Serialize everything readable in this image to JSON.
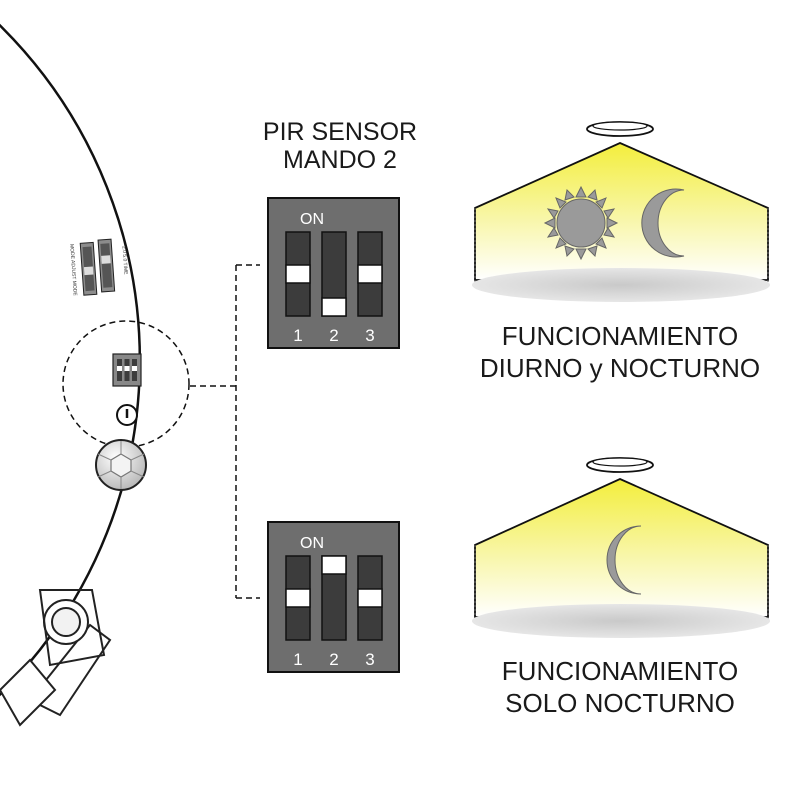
{
  "sensor_title": {
    "line1": "PIR SENSOR",
    "line2": "MANDO 2"
  },
  "pcb_silkscreen": {
    "left_switch": "MODE ADJUST MODE",
    "right_switch": "2.0 5.0 TIME"
  },
  "dip_switch_top": {
    "on_label": "ON",
    "numbers": [
      "1",
      "2",
      "3"
    ],
    "positions": [
      "off",
      "off",
      "off"
    ]
  },
  "dip_switch_bottom": {
    "on_label": "ON",
    "numbers": [
      "1",
      "2",
      "3"
    ],
    "positions": [
      "off",
      "on",
      "off"
    ]
  },
  "mode_day_night": {
    "icons": [
      "sun-icon",
      "moon-icon"
    ],
    "caption_line1": "FUNCIONAMIENTO",
    "caption_line2": "DIURNO y NOCTURNO"
  },
  "mode_night_only": {
    "icons": [
      "moon-icon"
    ],
    "caption_line1": "FUNCIONAMIENTO",
    "caption_line2": "SOLO NOCTURNO"
  },
  "colors": {
    "switch_body": "#6e6e6e",
    "switch_slot": "#3c3c3c",
    "knob": "#ffffff",
    "light_beam": "#f3ee3c",
    "icon_gray": "#9a9a9a",
    "outline": "#111111"
  }
}
